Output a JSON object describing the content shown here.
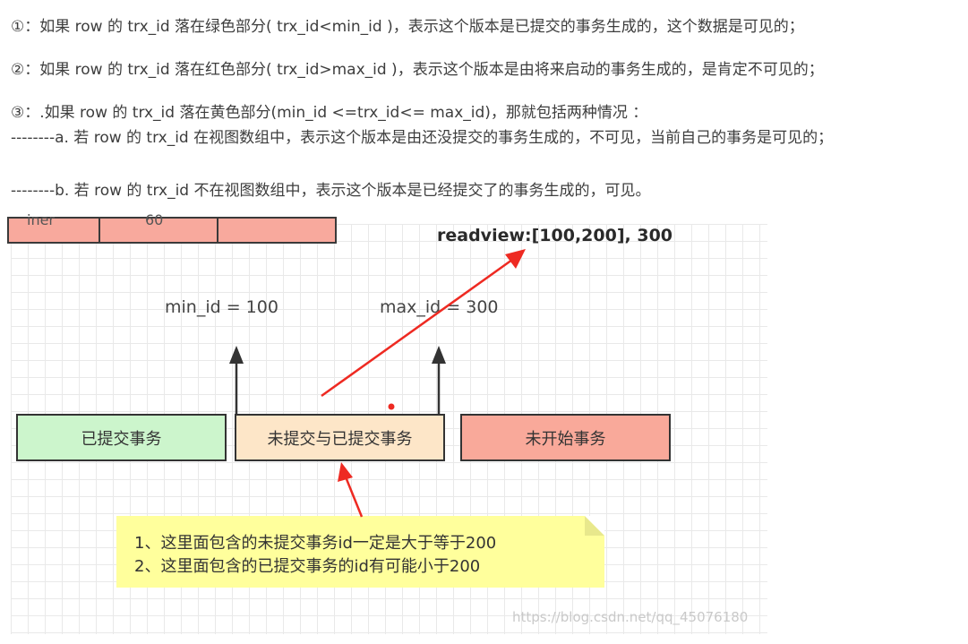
{
  "text": {
    "p1": "①：如果 row 的 trx_id 落在绿色部分( trx_id<min_id )，表示这个版本是已提交的事务生成的，这个数据是可见的；",
    "p2": "②：如果 row 的 trx_id 落在红色部分( trx_id>max_id )，表示这个版本是由将来启动的事务生成的，是肯定不可见的；",
    "p3": "③：.如果 row 的 trx_id 落在黄色部分(min_id <=trx_id<= max_id)，那就包括两种情况 ：",
    "p3a": "--------a. 若 row 的 trx_id 在视图数组中，表示这个版本是由还没提交的事务生成的，不可见，当前自己的事务是可见的；",
    "p3b": "--------b. 若 row 的 trx_id 不在视图数组中，表示这个版本是已经提交了的事务生成的，可见。"
  },
  "diagram": {
    "top_cells": [
      "iner",
      "60"
    ],
    "readview": "readview:[100,200], 300",
    "min_label": "min_id = 100",
    "max_label": "max_id = 300",
    "boxes": {
      "committed": "已提交事务",
      "mixed": "未提交与已提交事务",
      "not_started": "未开始事务"
    },
    "note": {
      "line1": "1、这里面包含的未提交事务id一定是大于等于200",
      "line2": "2、这里面包含的已提交事务的id有可能小于200"
    },
    "colors": {
      "committed": "#ccf5cc",
      "mixed": "#fde6c8",
      "not_started": "#f9a99a",
      "note": "#ffff9c",
      "arrow_red": "#ee2a22"
    }
  },
  "watermark": "https://blog.csdn.net/qq_45076180"
}
